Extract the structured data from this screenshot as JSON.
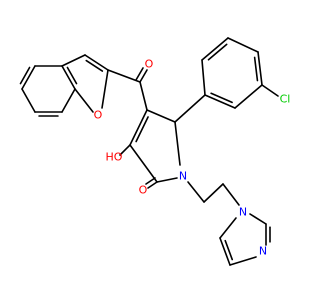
{
  "colors": {
    "carbon": "#000000",
    "oxygen": "#ff0000",
    "nitrogen": "#0000ff",
    "chlorine": "#00cc00",
    "background": "#ffffff"
  },
  "atoms": {
    "O_furan": "O",
    "O_carbonyl_ketone": "O",
    "Cl": "Cl",
    "O_hydroxyl": "HO",
    "N_pyrrolone": "N",
    "O_lactam": "O",
    "N_imidazole_1": "N",
    "N_imidazole_3": "N"
  }
}
